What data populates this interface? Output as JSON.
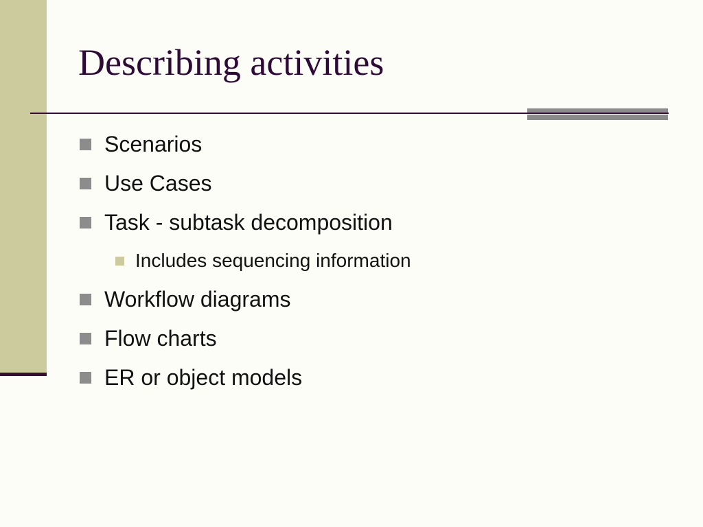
{
  "slide": {
    "title": "Describing activities",
    "bullets": [
      {
        "level": 1,
        "text": "Scenarios"
      },
      {
        "level": 1,
        "text": "Use Cases"
      },
      {
        "level": 1,
        "text": "Task - subtask decomposition"
      },
      {
        "level": 2,
        "text": "Includes sequencing information"
      },
      {
        "level": 1,
        "text": "Workflow diagrams"
      },
      {
        "level": 1,
        "text": "Flow charts"
      },
      {
        "level": 1,
        "text": "ER or object models"
      }
    ]
  },
  "colors": {
    "background": "#fdfdf8",
    "left_band": "#cbcb9e",
    "title_text": "#2e0a36",
    "rule": "#3a0c3d",
    "bullet_level1": "#8c8c8c",
    "bullet_level2": "#cbcb9e",
    "body_text": "#111111"
  }
}
